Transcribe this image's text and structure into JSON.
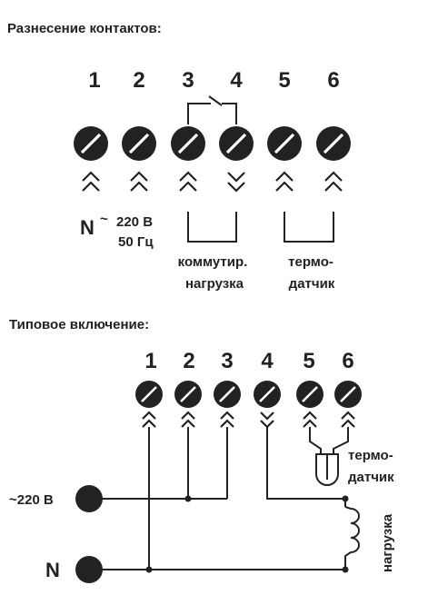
{
  "section1": {
    "title": "Разнесение контактов:",
    "terminal_numbers": [
      "1",
      "2",
      "3",
      "4",
      "5",
      "6"
    ],
    "neutral_label": "N",
    "supply_tilde": "~",
    "supply_voltage": "220 В",
    "supply_freq": "50 Гц",
    "load_label_1": "коммутир.",
    "load_label_2": "нагрузка",
    "sensor_label_1": "термо-",
    "sensor_label_2": "датчик"
  },
  "section2": {
    "title": "Типовое включение:",
    "terminal_numbers": [
      "1",
      "2",
      "3",
      "4",
      "5",
      "6"
    ],
    "supply_label": "~220 В",
    "neutral_label": "N",
    "sensor_label_1": "термо-",
    "sensor_label_2": "датчик",
    "load_label": "нагрузка"
  }
}
